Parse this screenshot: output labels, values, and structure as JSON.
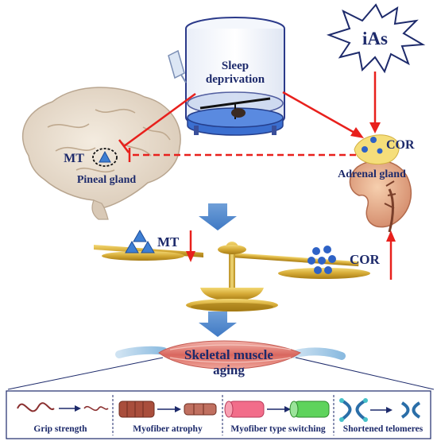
{
  "sleep_deprivation": {
    "line1": "Sleep",
    "line2": "deprivation"
  },
  "ias": "iAs",
  "cor_label": "COR",
  "mt_label": "MT",
  "pineal_label": "Pineal gland",
  "adrenal_label": "Adrenal gland",
  "balance": {
    "mt_label": "MT",
    "cor_label": "COR"
  },
  "muscle": {
    "line1": "Skeletal muscle",
    "line2": "aging"
  },
  "outcomes": [
    {
      "label": "Grip strength"
    },
    {
      "label": "Myofiber atrophy"
    },
    {
      "label": "Myofiber type switching"
    },
    {
      "label": "Shortened telomeres"
    }
  ],
  "colors": {
    "arrow_red": "#e8201c",
    "navy": "#1d2a6b",
    "dot_blue": "#2e62c6",
    "gold": "#c9a227",
    "muscle": "#e07a7a"
  }
}
